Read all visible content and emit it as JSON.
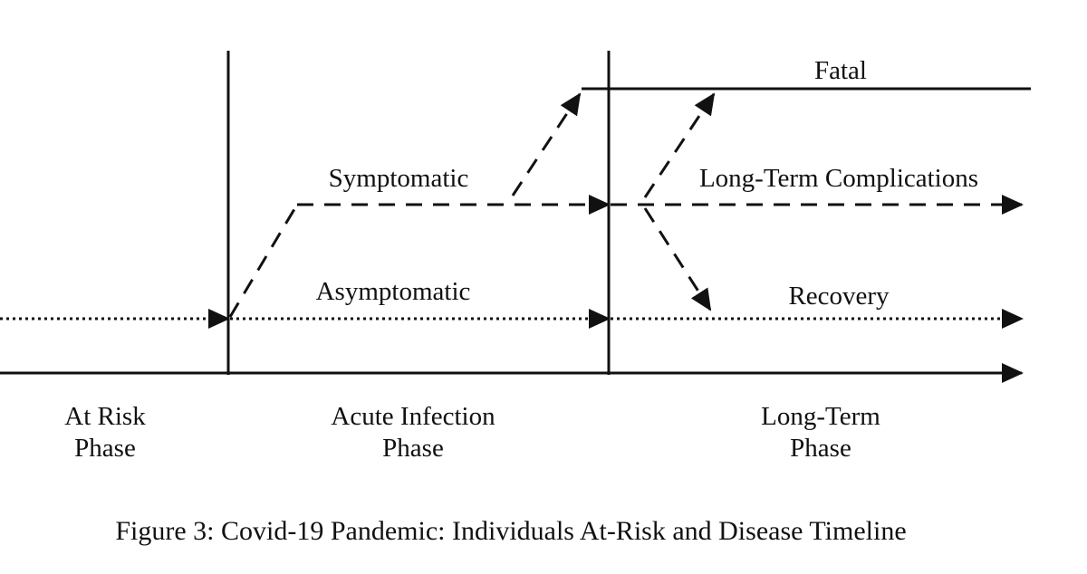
{
  "paths": {
    "fatal": "Fatal",
    "symptomatic": "Symptomatic",
    "long_term_complications": "Long-Term Complications",
    "asymptomatic": "Asymptomatic",
    "recovery": "Recovery"
  },
  "phases": {
    "at_risk": {
      "line1": "At Risk",
      "line2": "Phase"
    },
    "acute": {
      "line1": "Acute Infection",
      "line2": "Phase"
    },
    "long_term": {
      "line1": "Long-Term",
      "line2": "Phase"
    }
  },
  "caption": "Figure 3: Covid-19 Pandemic: Individuals At-Risk and Disease Timeline",
  "line_styles": {
    "solid": "solid",
    "dashed": "dashed",
    "dotted": "dotted"
  },
  "colors": {
    "ink": "#111111",
    "background": "#ffffff"
  }
}
